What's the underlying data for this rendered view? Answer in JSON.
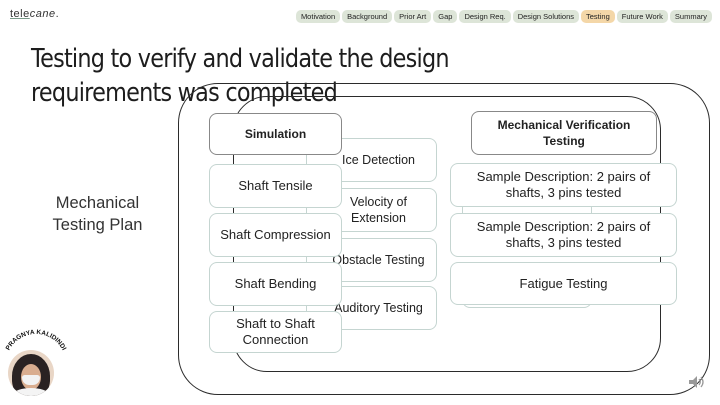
{
  "logo": {
    "part1": "tele",
    "part2": "cane",
    "dot": "."
  },
  "nav": {
    "tabs": [
      "Motivation",
      "Background",
      "Prior Art",
      "Gap",
      "Design Req.",
      "Design Solutions",
      "Testing",
      "Future Work",
      "Summary"
    ],
    "active": "Testing"
  },
  "title": "Testing to verify and validate the design requirements was completed",
  "plan_label": "Mechanical Testing Plan",
  "simulation": {
    "header": "Simulation",
    "items": [
      "Shaft Tensile",
      "Shaft Compression",
      "Shaft Bending",
      "Shaft to Shaft Connection"
    ]
  },
  "middle_items": [
    "Ice Detection",
    "Velocity of Extension",
    "Obstacle Testing",
    "Auditory Testing"
  ],
  "verification": {
    "header": "Mechanical Verification Testing",
    "items": [
      "Sample Description: 2 pairs of shafts, 3 pins tested",
      "Sample Description: 2 pairs of shafts, 3 pins tested",
      "Fatigue Testing"
    ]
  },
  "presenter_name": "PRAGNYA KALIDINDI",
  "icons": {
    "speaker": "speaker-icon"
  },
  "colors": {
    "box_border": "#c5d5d1",
    "tab_bg": "#dde5d8",
    "tab_active_bg": "#f4d7a8"
  }
}
